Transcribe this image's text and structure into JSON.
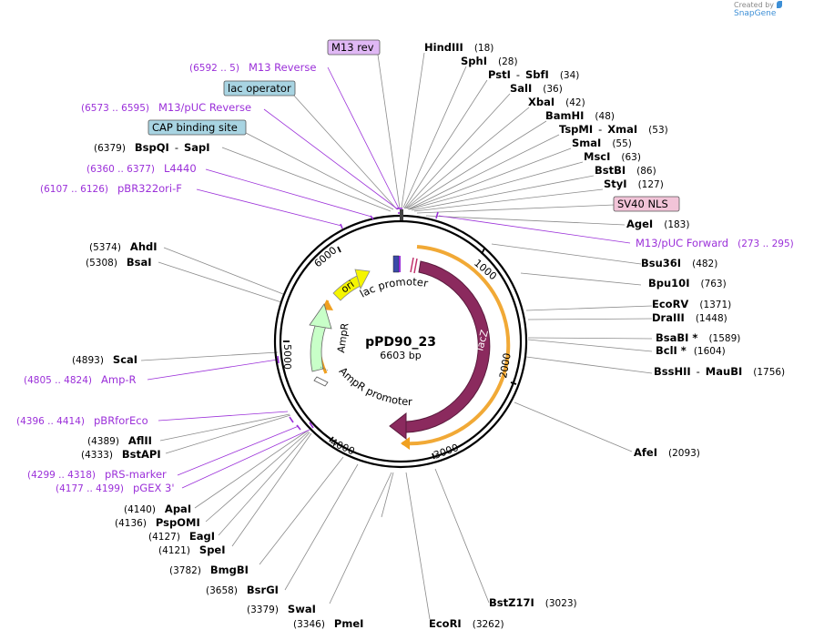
{
  "watermark": {
    "prefix": "Created by",
    "brand": "SnapGene"
  },
  "plasmid": {
    "name": "pPD90_23",
    "size": "6603 bp"
  },
  "colors": {
    "primer": "#9b30d9",
    "lacZ": "#8b2a5e",
    "ori": "#f5f500",
    "AmpR": "#c8ffc8",
    "orange": "#f0a020",
    "promoter": "#ffffff",
    "label_M13rev": "#e0b8f5",
    "label_lacop": "#a8d4e2",
    "label_CAP": "#a8d4e2",
    "label_SV40": "#f2c4d8"
  },
  "ticks": [
    {
      "label": "1000"
    },
    {
      "label": "2000"
    },
    {
      "label": "3000"
    },
    {
      "label": "4000"
    },
    {
      "label": "5000"
    },
    {
      "label": "6000"
    }
  ],
  "features_text": {
    "lac_promoter": "lac promoter",
    "lacZ": "lacZ",
    "ori": "ori",
    "AmpR": "AmpR",
    "AmpR_promoter": "AmpR promoter"
  },
  "boxed": [
    {
      "id": "m13rev",
      "text": "M13 rev"
    },
    {
      "id": "lacop",
      "text": "lac operator"
    },
    {
      "id": "cap",
      "text": "CAP binding site"
    },
    {
      "id": "sv40",
      "text": "SV40 NLS"
    }
  ],
  "enzymes_right": [
    {
      "name": "HindIII",
      "pos": "(18)"
    },
    {
      "name": "SphI",
      "pos": "(28)"
    },
    {
      "name": "PstI",
      "name2": "SbfI",
      "pos": "(34)"
    },
    {
      "name": "SalI",
      "pos": "(36)"
    },
    {
      "name": "XbaI",
      "pos": "(42)"
    },
    {
      "name": "BamHI",
      "pos": "(48)"
    },
    {
      "name": "TspMI",
      "name2": "XmaI",
      "pos": "(53)"
    },
    {
      "name": "SmaI",
      "pos": "(55)"
    },
    {
      "name": "MscI",
      "pos": "(63)"
    },
    {
      "name": "BstBI",
      "pos": "(86)"
    },
    {
      "name": "StyI",
      "pos": "(127)"
    },
    {
      "name": "AgeI",
      "pos": "(183)"
    },
    {
      "name": "Bsu36I",
      "pos": "(482)"
    },
    {
      "name": "Bpu10I",
      "pos": "(763)"
    },
    {
      "name": "EcoRV",
      "pos": "(1371)"
    },
    {
      "name": "DraIII",
      "pos": "(1448)"
    },
    {
      "name": "BsaBI *",
      "pos": "(1589)"
    },
    {
      "name": "BclI *",
      "pos": "(1604)"
    },
    {
      "name": "BssHII",
      "name2": "MauBI",
      "pos": "(1756)"
    },
    {
      "name": "AfeI",
      "pos": "(2093)"
    },
    {
      "name": "BstZ17I",
      "pos": "(3023)"
    },
    {
      "name": "EcoRI",
      "pos": "(3262)"
    }
  ],
  "enzymes_left": [
    {
      "name": "BspQI",
      "name2": "SapI",
      "pos": "(6379)"
    },
    {
      "name": "AhdI",
      "pos": "(5374)"
    },
    {
      "name": "BsaI",
      "pos": "(5308)"
    },
    {
      "name": "ScaI",
      "pos": "(4893)"
    },
    {
      "name": "AflII",
      "pos": "(4389)"
    },
    {
      "name": "BstAPI",
      "pos": "(4333)"
    },
    {
      "name": "ApaI",
      "pos": "(4140)"
    },
    {
      "name": "PspOMI",
      "pos": "(4136)"
    },
    {
      "name": "EagI",
      "pos": "(4127)"
    },
    {
      "name": "SpeI",
      "pos": "(4121)"
    },
    {
      "name": "BmgBI",
      "pos": "(3782)"
    },
    {
      "name": "BsrGI",
      "pos": "(3658)"
    },
    {
      "name": "SwaI",
      "pos": "(3379)"
    },
    {
      "name": "PmeI",
      "pos": "(3346)"
    }
  ],
  "primers_left": [
    {
      "range": "(6592 .. 5)",
      "name": "M13 Reverse"
    },
    {
      "range": "(6573 .. 6595)",
      "name": "M13/pUC Reverse"
    },
    {
      "range": "(6360 .. 6377)",
      "name": "L4440"
    },
    {
      "range": "(6107 .. 6126)",
      "name": "pBR322ori-F"
    },
    {
      "range": "(4805 .. 4824)",
      "name": "Amp-R"
    },
    {
      "range": "(4396 .. 4414)",
      "name": "pBRforEco"
    },
    {
      "range": "(4299 .. 4318)",
      "name": "pRS-marker"
    },
    {
      "range": "(4177 .. 4199)",
      "name": "pGEX 3'"
    }
  ],
  "primers_right": [
    {
      "name": "M13/pUC Forward",
      "range": "(273 .. 295)"
    }
  ]
}
